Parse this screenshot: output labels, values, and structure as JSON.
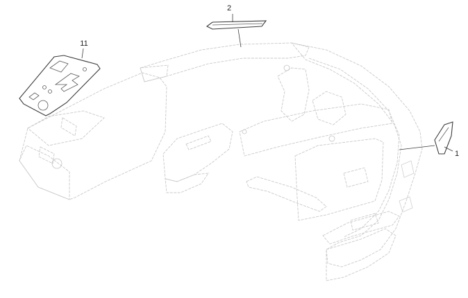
{
  "callouts": [
    {
      "label": "1"
    },
    {
      "label": "2"
    },
    {
      "label": "11"
    }
  ]
}
